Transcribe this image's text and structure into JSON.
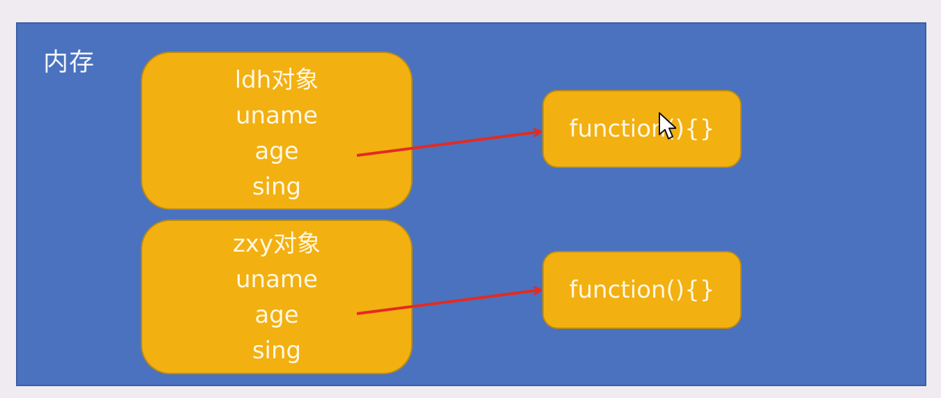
{
  "diagram": {
    "memory_label": "内存",
    "objects": [
      {
        "title": "ldh对象",
        "fields": [
          "uname",
          "age",
          "sing"
        ]
      },
      {
        "title": "zxy对象",
        "fields": [
          "uname",
          "age",
          "sing"
        ]
      }
    ],
    "functions": [
      {
        "label": "function(){}"
      },
      {
        "label": "function(){}"
      }
    ],
    "colors": {
      "page_background": "#efebf1",
      "panel": "#4a72bf",
      "node_fill": "#f2b011",
      "node_border": "#b88a17",
      "node_text": "#fff7e3",
      "arrow": "#e32b22"
    }
  }
}
